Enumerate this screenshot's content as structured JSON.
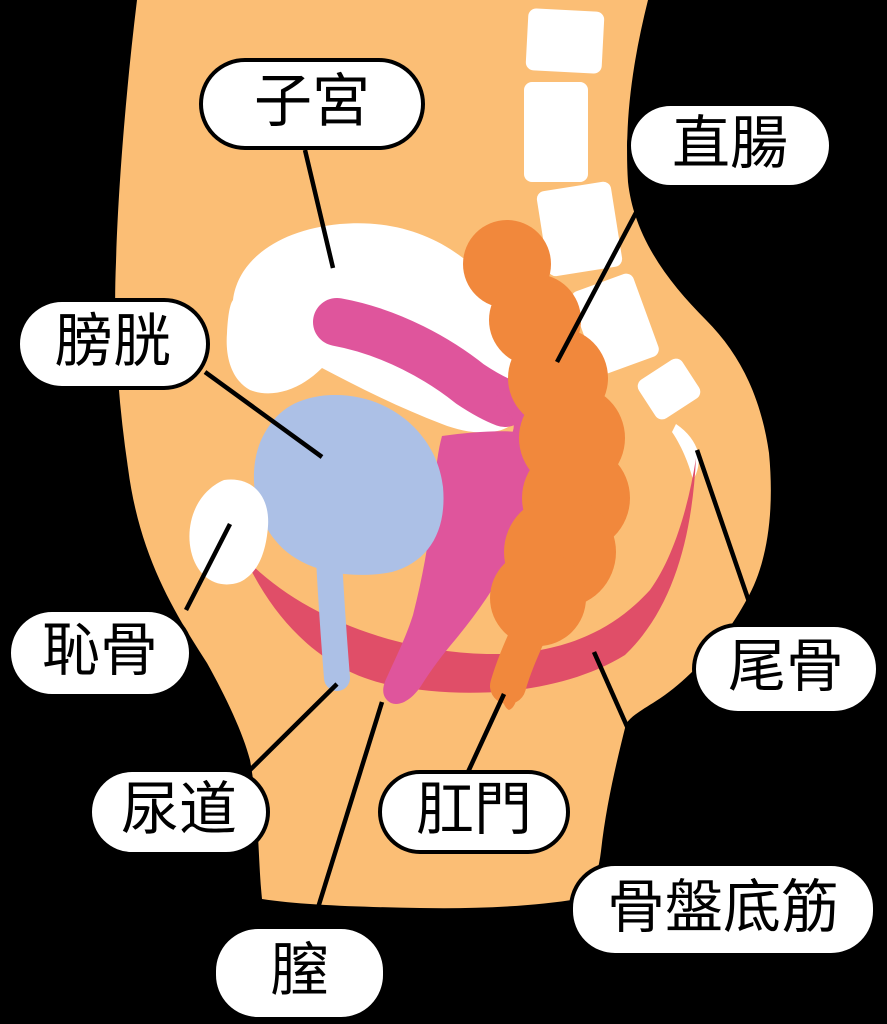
{
  "diagram": {
    "labels": {
      "uterus": "子宮",
      "rectum": "直腸",
      "bladder": "膀胱",
      "pubic_bone": "恥骨",
      "urethra": "尿道",
      "anus": "肛門",
      "coccyx": "尾骨",
      "vagina": "膣",
      "pelvic_floor": "骨盤底筋"
    },
    "colors": {
      "bg": "#000000",
      "body": "#FBBE75",
      "rectum": "#F1883C",
      "uterus_vagina": "#DF559C",
      "pelvic_floor": "#E04E68",
      "bladder": "#ACC0E6",
      "bone": "#FFFFFF",
      "outline": "#000000",
      "label_bg": "#FFFFFF"
    }
  }
}
